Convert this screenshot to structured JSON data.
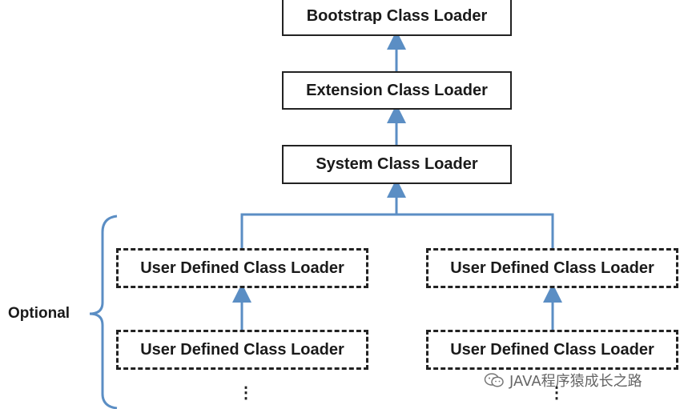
{
  "diagram": {
    "nodes": {
      "bootstrap": "Bootstrap Class Loader",
      "extension": "Extension Class Loader",
      "system": "System Class Loader",
      "user_left_1": "User Defined Class Loader",
      "user_left_2": "User Defined Class Loader",
      "user_right_1": "User Defined Class Loader",
      "user_right_2": "User Defined Class Loader"
    },
    "optional_label": "Optional",
    "continuation_mark": "⋮",
    "colors": {
      "arrow": "#5b8ec4",
      "border": "#222222"
    }
  },
  "watermark": {
    "text": "JAVA程序猿成长之路",
    "icon": "wechat-icon"
  }
}
